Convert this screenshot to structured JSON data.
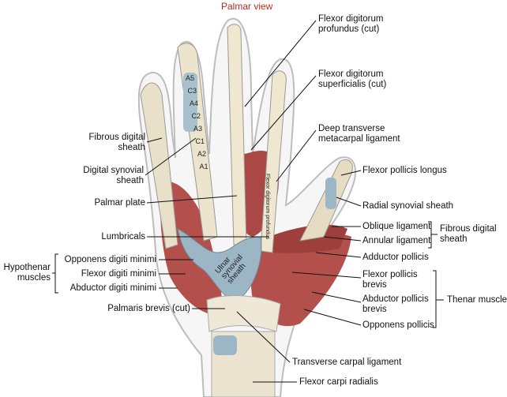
{
  "title": "Palmar view",
  "labels_right": {
    "fdp": [
      "Flexor digitorum",
      "profundus (cut)"
    ],
    "fds": [
      "Flexor digitorum",
      "superficialis (cut)"
    ],
    "dtml": [
      "Deep transverse",
      "metacarpal ligament"
    ],
    "fpl": "Flexor pollicis longus",
    "rss": "Radial synovial sheath",
    "oblique": "Oblique ligament",
    "annular": "Annular ligament",
    "fibrous_group": [
      "Fibrous digital",
      "sheath"
    ],
    "adductor": "Adductor pollicis",
    "fpb": [
      "Flexor pollicis",
      "brevis"
    ],
    "apb": [
      "Abductor pollicis",
      "brevis"
    ],
    "opp": "Opponens pollicis",
    "thenar": "Thenar muscles",
    "tcl": "Transverse carpal ligament",
    "fcr": "Flexor carpi radialis"
  },
  "labels_left": {
    "fds_sheath": [
      "Fibrous digital",
      "sheath"
    ],
    "dss": [
      "Digital synovial",
      "sheath"
    ],
    "palmar_plate": "Palmar plate",
    "lumbricals": "Lumbricals",
    "odm": "Opponens digiti minimi",
    "fdm": "Flexor digiti minimi",
    "adm": "Abductor digiti minimi",
    "hypothenar": [
      "Hypothenar",
      "muscles"
    ],
    "pb": "Palmaris brevis (cut)"
  },
  "inline_labels": {
    "ulnar_sheath": [
      "Ulnar",
      "synovial",
      "sheath"
    ],
    "fdp_tendon": "Flexor digitorum profundus",
    "pulleys": [
      "A5",
      "C3",
      "A4",
      "C2",
      "A3",
      "C1",
      "A2",
      "A1"
    ]
  },
  "colors": {
    "title": "#b32d22",
    "muscle": "#b4504c",
    "tendon": "#eee5c8",
    "sheath": "#9db6c6",
    "outline": "#b8b8b8"
  }
}
